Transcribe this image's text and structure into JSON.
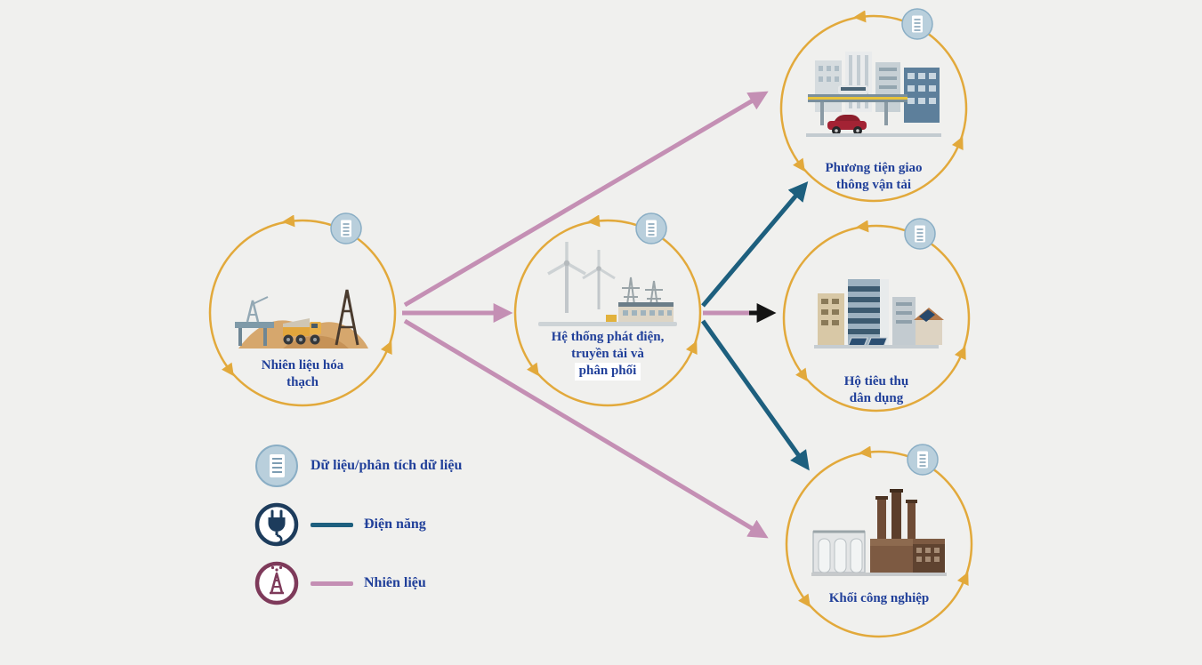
{
  "colors": {
    "background": "#f0f0ee",
    "gold": "#e2a93b",
    "electricity": "#1d5f7e",
    "electric_ring": "#1d3c5c",
    "fuel": "#c48fb4",
    "fuel_ring": "#7e3a5a",
    "label": "#21409a",
    "black_arrow": "#141414",
    "badge_fill": "#b9cfdc",
    "badge_border": "#8aaec5"
  },
  "nodes": {
    "fossil": {
      "lines": [
        "Nhiên liệu hóa",
        "thạch"
      ],
      "icon": "oil-rig-and-truck-illustration"
    },
    "power": {
      "lines": [
        "Hệ thống phát điện,",
        "truyền tải và",
        "phân phối"
      ],
      "icon": "power-plant-wind-illustration"
    },
    "transport": {
      "lines": [
        "Phương tiện giao",
        "thông vận tải"
      ],
      "icon": "transport-city-illustration"
    },
    "residential": {
      "lines": [
        "Hộ tiêu thụ",
        "dân dụng"
      ],
      "icon": "residential-buildings-illustration"
    },
    "industrial": {
      "lines": [
        "Khối công nghiệp"
      ],
      "icon": "factory-illustration"
    }
  },
  "legend": {
    "data": {
      "label": "Dữ liệu/phân tích dữ liệu",
      "icon": "data-document-icon"
    },
    "electricity": {
      "label": "Điện năng",
      "icon": "power-plug-icon"
    },
    "fuel": {
      "label": "Nhiên liệu",
      "icon": "oil-derrick-icon"
    }
  }
}
